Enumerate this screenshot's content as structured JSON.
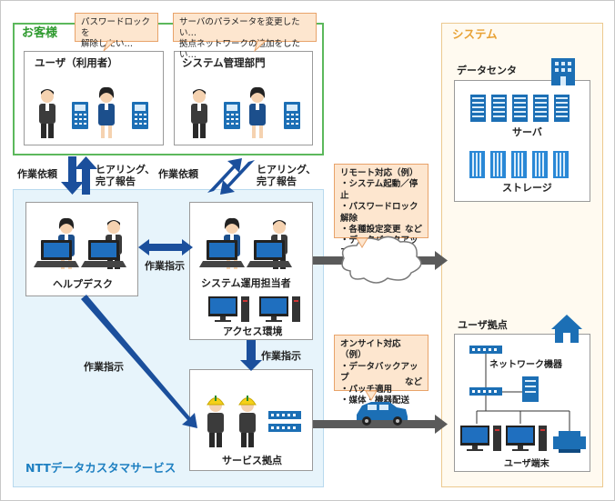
{
  "customer": {
    "title": "お客様",
    "user_box": "ユーザ（利用者）",
    "admin_box": "システム管理部門",
    "callout_user": [
      "パスワードロックを",
      "解除したい…"
    ],
    "callout_admin": [
      "サーバのパラメータを変更したい…",
      "拠点ネットワークの追加をしたい…"
    ]
  },
  "arrows": {
    "request_left": "作業依頼",
    "hearing_left": [
      "ヒアリング、",
      "完了報告"
    ],
    "request_right": "作業依頼",
    "hearing_right": [
      "ヒアリング、",
      "完了報告"
    ],
    "instruct_mid": "作業指示",
    "instruct_down": "作業指示",
    "instruct_diag": "作業指示"
  },
  "ntt": {
    "title": "NTTデータカスタマサービス",
    "helpdesk": "ヘルプデスク",
    "operator": "システム運用担当者",
    "access_env": "アクセス環境",
    "service_base": "サービス拠点"
  },
  "remote_callout": {
    "title": "リモート対応（例）",
    "items": [
      "・システム起動／停止",
      "・パスワードロック解除",
      "・各種設定変更",
      "・データバックアップ"
    ],
    "etc": "など"
  },
  "onsite_callout": {
    "title": "オンサイト対応（例）",
    "items": [
      "・データバックアップ",
      "・パッチ適用",
      "・媒体・機器配送"
    ],
    "etc": "など"
  },
  "system": {
    "title": "システム",
    "datacenter": "データセンタ",
    "server": "サーバ",
    "storage": "ストレージ",
    "user_base": "ユーザ拠点",
    "network": "ネットワーク機器",
    "user_terminal": "ユーザ端末"
  },
  "colors": {
    "customer_border": "#5cb85c",
    "customer_title": "#2e9a2e",
    "ntt_bg": "#e7f4fb",
    "ntt_title": "#1d7fc1",
    "system_bg": "#fffaf0",
    "system_border": "#ecc98f",
    "system_title": "#e8a236",
    "arrow_blue": "#1b4f9c",
    "arrow_gray": "#5a5a5a"
  }
}
